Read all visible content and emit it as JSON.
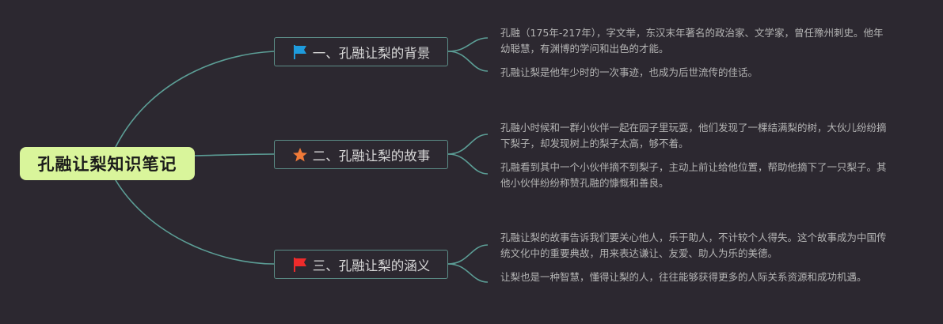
{
  "root": {
    "title": "孔融让梨知识笔记"
  },
  "branches": [
    {
      "title": "一、孔融让梨的背景",
      "icon": "blue-flag-icon",
      "color": "#1e9bdc",
      "leaves": [
        "孔融（175年-217年），字文举，东汉末年著名的政治家、文学家，曾任豫州刺史。他年幼聪慧，有渊博的学问和出色的才能。",
        "孔融让梨是他年少时的一次事迹，也成为后世流传的佳话。"
      ]
    },
    {
      "title": "二、孔融让梨的故事",
      "icon": "orange-star-icon",
      "color": "#f07a38",
      "leaves": [
        "孔融小时候和一群小伙伴一起在园子里玩耍，他们发现了一棵结满梨的树，大伙儿纷纷摘下梨子，却发现树上的梨子太高，够不着。",
        "孔融看到其中一个小伙伴摘不到梨子，主动上前让给他位置，帮助他摘下了一只梨子。其他小伙伴纷纷称赞孔融的慷慨和善良。"
      ]
    },
    {
      "title": "三、孔融让梨的涵义",
      "icon": "red-flag-icon",
      "color": "#ee2b2b",
      "leaves": [
        "孔融让梨的故事告诉我们要关心他人，乐于助人，不计较个人得失。这个故事成为中国传统文化中的重要典故，用来表达谦让、友爱、助人为乐的美德。",
        "让梨也是一种智慧，懂得让梨的人，往往能够获得更多的人际关系资源和成功机遇。"
      ]
    }
  ],
  "colors": {
    "background": "#2c2830",
    "connector": "#5c9e96",
    "root_fill": "#d9f59b"
  }
}
